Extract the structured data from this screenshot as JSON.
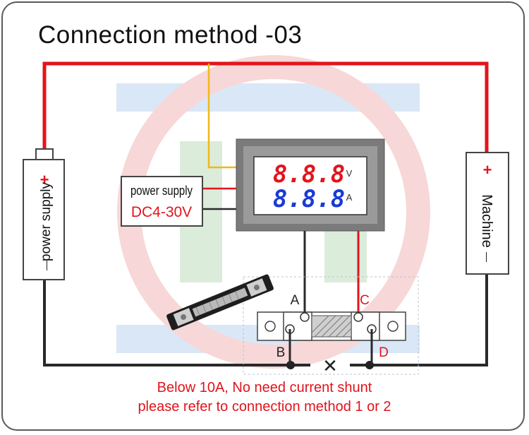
{
  "title": "Connection method -03",
  "left_supply": {
    "label": "power supply",
    "plus": "+",
    "minus": "—"
  },
  "machine": {
    "label": "Machine",
    "plus": "+",
    "minus": "—"
  },
  "meter": {
    "top_display": "8.8.8",
    "top_unit": "V",
    "bottom_display": "8.8.8",
    "bottom_unit": "A",
    "top_color": "#e3141c",
    "bottom_color": "#1a3ad6"
  },
  "aux_supply": {
    "line1": "power supply",
    "line2": "DC4-30V"
  },
  "terminals": {
    "a": "A",
    "b": "B",
    "c": "C",
    "d": "D"
  },
  "break_mark": "✕",
  "note": {
    "line1": "Below 10A, No need current shunt",
    "line2": "please refer to connection method 1 or 2"
  },
  "colors": {
    "wire_red": "#e3141c",
    "wire_black": "#222222",
    "wire_yellow": "#f0b81a",
    "note_red": "#e0141b"
  }
}
